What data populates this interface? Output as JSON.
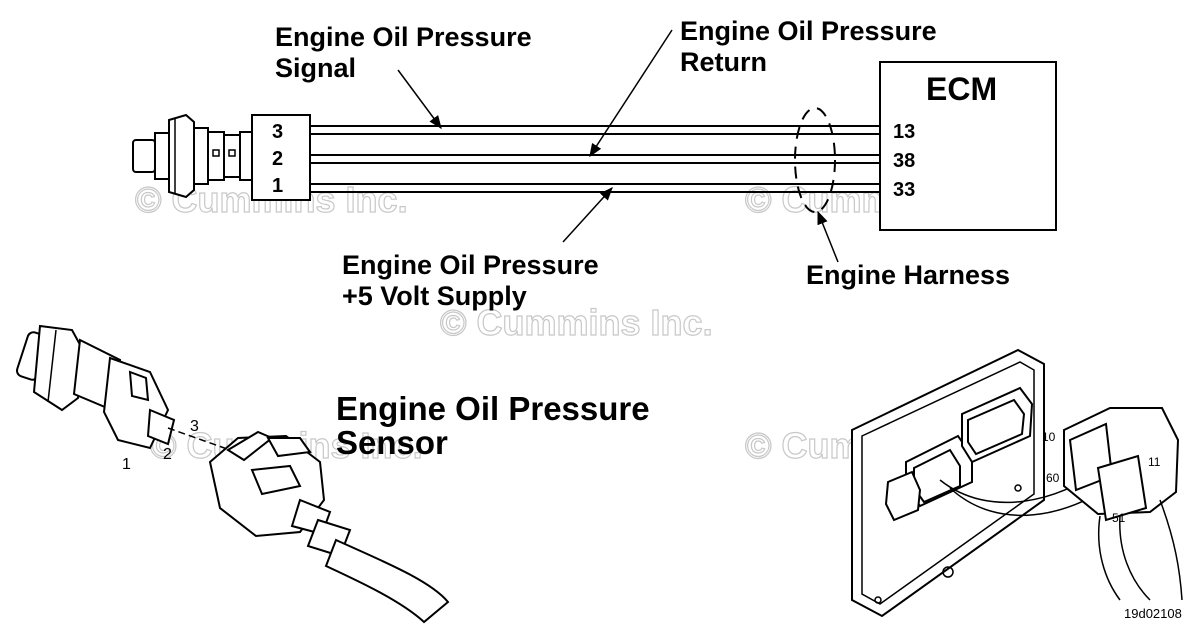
{
  "labels": {
    "signal": [
      "Engine Oil Pressure",
      "Signal"
    ],
    "return": [
      "Engine Oil Pressure",
      "Return"
    ],
    "supply": [
      "Engine Oil Pressure",
      "+5 Volt Supply"
    ],
    "harness": "Engine Harness",
    "ecm": "ECM",
    "sensor": [
      "Engine Oil Pressure",
      "Sensor"
    ]
  },
  "sensor_pins": [
    "3",
    "2",
    "1"
  ],
  "ecm_pins": [
    "13",
    "38",
    "33"
  ],
  "connector_pins": [
    "1",
    "2",
    "3"
  ],
  "ecm_connector_pins": [
    "10",
    "60",
    "51",
    "11"
  ],
  "watermark": "© Cummins Inc.",
  "figure_id": "19d02108"
}
